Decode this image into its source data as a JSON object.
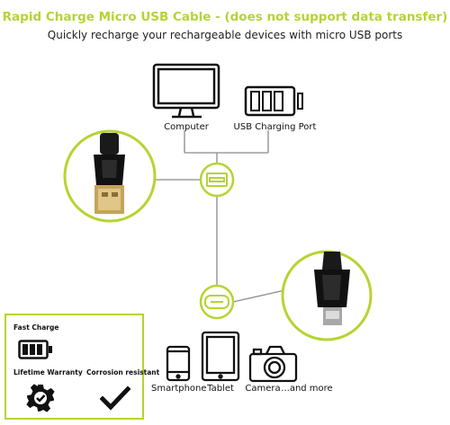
{
  "colors": {
    "accent": "#b5d432",
    "dark": "#111111",
    "gray": "#8a8a8a"
  },
  "header": {
    "title": "Rapid Charge Micro USB Cable - (does not support data transfer)",
    "subtitle": "Quickly recharge your rechargeable devices with micro USB ports"
  },
  "sources": {
    "computer": "Computer",
    "charging_port": "USB Charging Port"
  },
  "devices": {
    "smartphone": "Smartphone",
    "tablet": "Tablet",
    "camera": "Camera",
    "more": "...and more"
  },
  "features": {
    "fast_charge": "Fast Charge",
    "lifetime_warranty": "Lifetime Warranty",
    "corrosion_resistant": "Corrosion resistant"
  },
  "icons": [
    "computer-icon",
    "usb-charging-port-icon",
    "usb-a-plug",
    "usb-a-port-icon",
    "micro-usb-port-icon",
    "micro-usb-plug",
    "smartphone-icon",
    "tablet-icon",
    "camera-icon",
    "battery-icon",
    "gear-badge-icon",
    "checkmark-icon"
  ]
}
